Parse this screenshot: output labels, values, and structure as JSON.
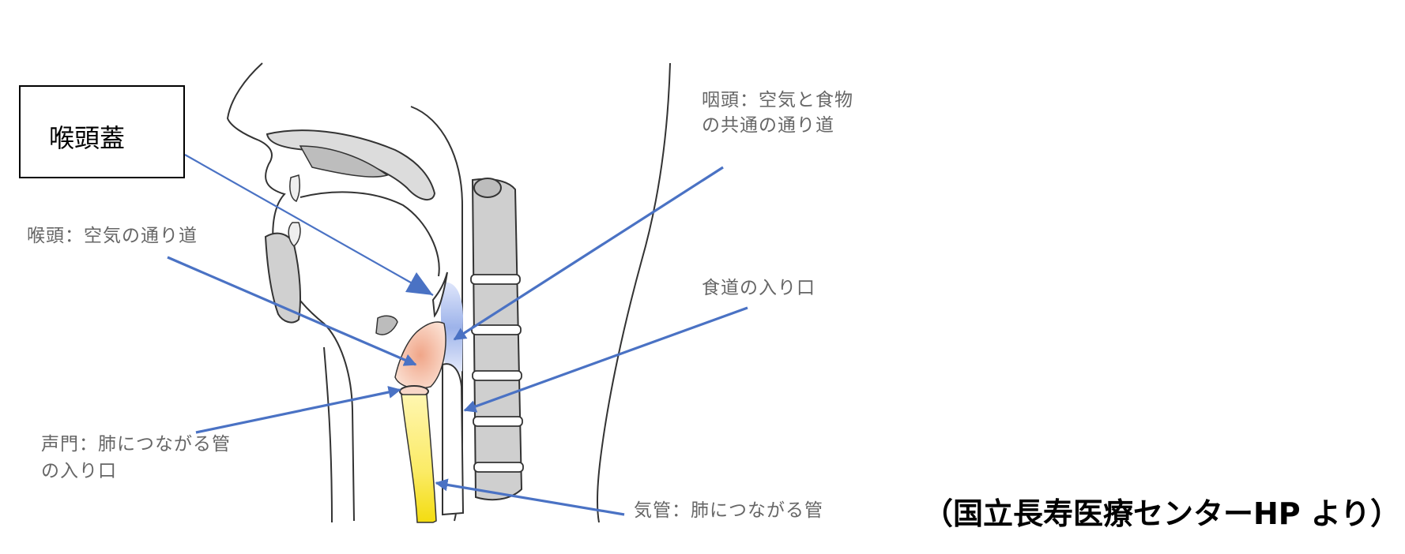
{
  "labels": {
    "epiglottis": "喉頭蓋",
    "larynx": "喉頭：空気の通り道",
    "pharynx_line1": "咽頭：空気と食物",
    "pharynx_line2": "の共通の通り道",
    "esophagus": "食道の入り口",
    "glottis_line1": "声門：肺につながる管",
    "glottis_line2": "の入り口",
    "trachea": "気管：肺につながる管"
  },
  "source": "（国立長寿医療センターHP より）",
  "colors": {
    "arrow": "#4a72c4",
    "outline": "#333333",
    "bone": "#c8c8c8",
    "larynx_fill": "#f3b8a0",
    "pharynx_fill": "#9db3ea",
    "trachea_fill": "#f8e43a"
  }
}
